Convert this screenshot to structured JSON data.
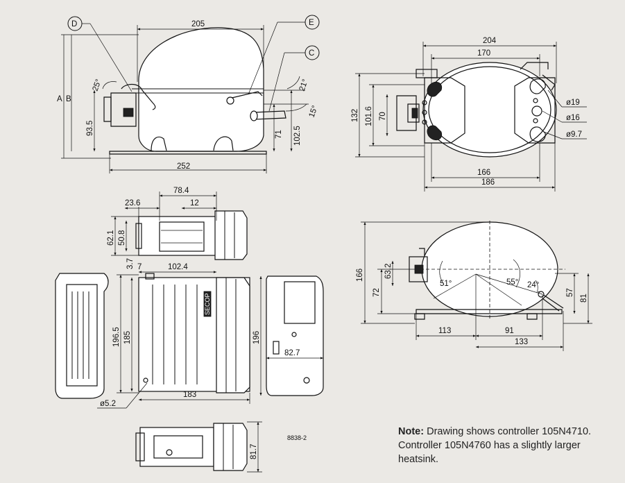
{
  "labels": {
    "A": "A",
    "B": "B",
    "C": "C",
    "D": "D",
    "E": "E"
  },
  "side_view": {
    "width": "205",
    "base": "252",
    "h1": "93.5",
    "h2": "71",
    "h3": "102.5",
    "angle1": "25°",
    "angle2": "21°",
    "angle3": "15°"
  },
  "top_view": {
    "w1": "204",
    "w2": "170",
    "w3": "166",
    "w4": "186",
    "h1": "132",
    "h2": "101.6",
    "h3": "70",
    "d1": "ø19",
    "d2": "ø16",
    "d3": "ø9.7"
  },
  "front_view": {
    "height": "166",
    "h1": "63.2",
    "h2": "72",
    "h3": "57",
    "h4": "81",
    "a1": "51°",
    "a2": "55°",
    "a3": "24°",
    "w1": "113",
    "w2": "91",
    "w3": "133"
  },
  "controller": {
    "top_w1": "78.4",
    "top_w2": "23.6",
    "top_w3": "12",
    "top_h1": "62.1",
    "top_h2": "50.8",
    "gap1": "3.7",
    "gap2": "7",
    "width": "102.4",
    "h_side": "196.5",
    "h_front": "185",
    "h_back": "196",
    "depth": "82.7",
    "bottom_w": "183",
    "hole": "ø5.2",
    "bottom_h": "81.7",
    "brand": "SECOP"
  },
  "drawing_code": "8838-2",
  "note": {
    "label": "Note:",
    "text": " Drawing shows controller 105N4710. Controller 105N4760 has a slightly larger heatsink."
  }
}
